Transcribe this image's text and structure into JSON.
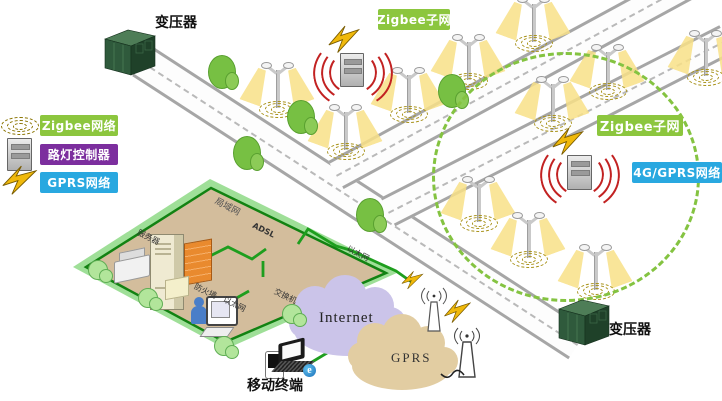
{
  "labels": {
    "transformer_top": "变压器",
    "transformer_bottom": "变压器",
    "zigbee_subnet_top": "Zigbee子网",
    "zigbee_subnet_right": "Zigbee子网",
    "gprs_4g_right": "4G/GPRS网络",
    "mobile_terminal": "移动终端"
  },
  "legend": {
    "items": [
      {
        "label": "Zigbee网络",
        "icon": "zigbee-signal-icon",
        "color": "#8CC63E"
      },
      {
        "label": "路灯控制器",
        "icon": "lamp-controller-icon",
        "color": "#7C2E9E"
      },
      {
        "label": "GPRS网络",
        "icon": "lightning-icon",
        "color": "#29A8E0"
      }
    ]
  },
  "lan": {
    "title": "局域网",
    "server_label": "服务器",
    "firewall_label": "防火墙",
    "adsl_label": "ADSL",
    "switch_label": "交换机",
    "ethernet_edge_label": "以太网",
    "ethernet_pc_label": "以太网"
  },
  "clouds": {
    "internet": "Internet",
    "gprs": "GPRS"
  },
  "colors": {
    "zigbee_green": "#8CC63E",
    "controller_purple": "#7C2E9E",
    "gprs_blue": "#29A8E0",
    "lan_border_green": "#9FDF98",
    "lan_fill_tan": "#D3BD9C",
    "road_gray": "#A6A6A6",
    "beam_yellow": "#F7E187",
    "wave_red": "#C22222",
    "bolt_yellow": "#F0B90B",
    "tree_green": "#77C043",
    "internet_cloud": "#CBC4E9",
    "gprs_cloud": "#E2CDA2",
    "ellipse_green": "#84C341"
  }
}
